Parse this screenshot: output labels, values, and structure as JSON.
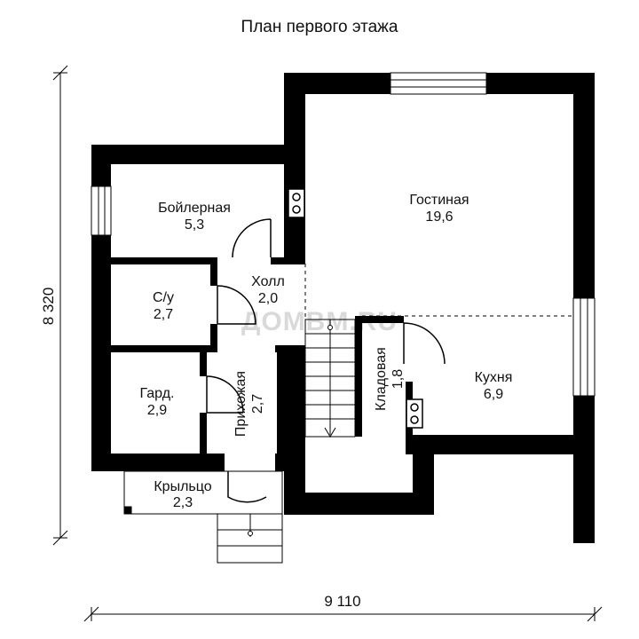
{
  "title": "План первого этажа",
  "rooms": {
    "boiler": {
      "name": "Бойлерная",
      "area": "5,3"
    },
    "living": {
      "name": "Гостиная",
      "area": "19,6"
    },
    "hall": {
      "name": "Холл",
      "area": "2,0"
    },
    "wc": {
      "name": "С/у",
      "area": "2,7"
    },
    "wardrobe": {
      "name": "Гард.",
      "area": "2,9"
    },
    "entry": {
      "name": "Прихожая",
      "area": "2,7"
    },
    "pantry": {
      "name": "Кладовая",
      "area": "1,8"
    },
    "kitchen": {
      "name": "Кухня",
      "area": "6,9"
    },
    "porch": {
      "name": "Крыльцо",
      "area": "2,3"
    }
  },
  "dimensions": {
    "height": "8 320",
    "width": "9 110"
  },
  "watermark": "ДОМВМ.RU"
}
